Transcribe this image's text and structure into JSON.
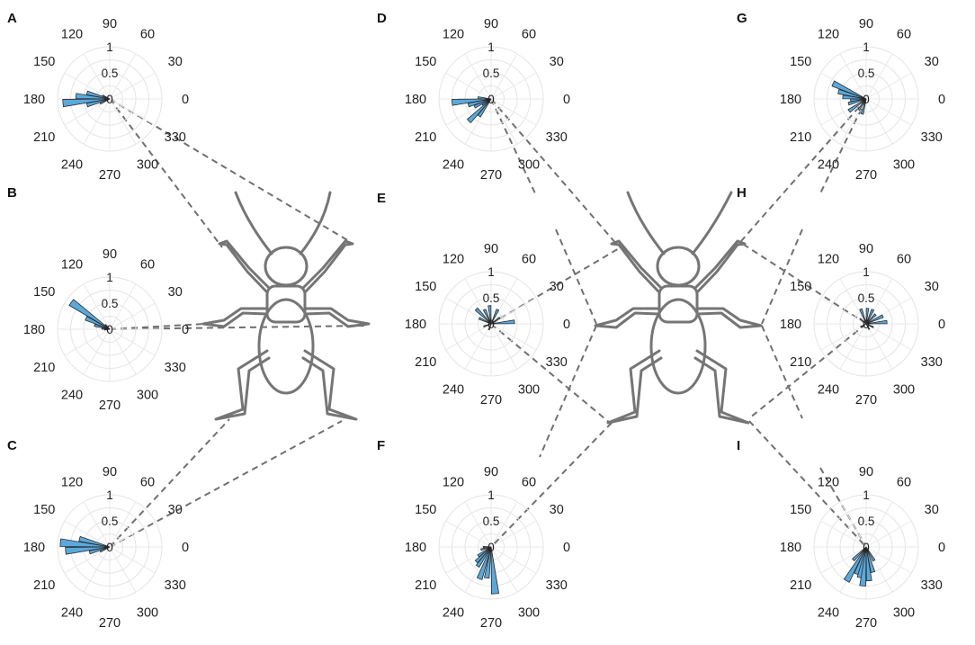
{
  "colors": {
    "bar_fill": "#5aa9dc",
    "bar_stroke": "#2a2a2a",
    "leader": "#707070",
    "cricket": "#757575"
  },
  "angle_ticks": [
    "0",
    "30",
    "60",
    "90",
    "120",
    "150",
    "180",
    "210",
    "240",
    "270",
    "300",
    "330"
  ],
  "radial_ticks": [
    "0.5",
    "1"
  ],
  "chart_data": [
    {
      "type": "polar-histogram",
      "panel": "A",
      "rlim": [
        0,
        1
      ],
      "bins": [
        {
          "angle": 155,
          "value": 0.15
        },
        {
          "angle": 165,
          "value": 0.45
        },
        {
          "angle": 175,
          "value": 0.65
        },
        {
          "angle": 185,
          "value": 0.9
        },
        {
          "angle": 195,
          "value": 0.45
        },
        {
          "angle": 205,
          "value": 0.2
        }
      ]
    },
    {
      "type": "polar-histogram",
      "panel": "B",
      "rlim": [
        0,
        1
      ],
      "bins": [
        {
          "angle": 135,
          "value": 0.12
        },
        {
          "angle": 145,
          "value": 0.9
        },
        {
          "angle": 155,
          "value": 0.5
        },
        {
          "angle": 165,
          "value": 0.3
        },
        {
          "angle": 175,
          "value": 0.15
        },
        {
          "angle": 185,
          "value": 0.1
        }
      ]
    },
    {
      "type": "polar-histogram",
      "panel": "C",
      "rlim": [
        0,
        1
      ],
      "bins": [
        {
          "angle": 165,
          "value": 0.6
        },
        {
          "angle": 175,
          "value": 0.95
        },
        {
          "angle": 185,
          "value": 0.85
        },
        {
          "angle": 195,
          "value": 0.4
        },
        {
          "angle": 205,
          "value": 0.2
        }
      ]
    },
    {
      "type": "polar-histogram",
      "panel": "D",
      "rlim": [
        0,
        1
      ],
      "bins": [
        {
          "angle": 175,
          "value": 0.25
        },
        {
          "angle": 185,
          "value": 0.75
        },
        {
          "angle": 195,
          "value": 0.45
        },
        {
          "angle": 205,
          "value": 0.35
        },
        {
          "angle": 215,
          "value": 0.2
        },
        {
          "angle": 225,
          "value": 0.6
        },
        {
          "angle": 235,
          "value": 0.4
        }
      ]
    },
    {
      "type": "polar-histogram",
      "panel": "E",
      "rlim": [
        0,
        1
      ],
      "bins": [
        {
          "angle": 5,
          "value": 0.45
        },
        {
          "angle": 35,
          "value": 0.2
        },
        {
          "angle": 65,
          "value": 0.3
        },
        {
          "angle": 95,
          "value": 0.35
        },
        {
          "angle": 115,
          "value": 0.3
        },
        {
          "angle": 135,
          "value": 0.4
        },
        {
          "angle": 155,
          "value": 0.25
        },
        {
          "angle": 200,
          "value": 0.15
        },
        {
          "angle": 250,
          "value": 0.12
        }
      ]
    },
    {
      "type": "polar-histogram",
      "panel": "F",
      "rlim": [
        0,
        1
      ],
      "bins": [
        {
          "angle": 180,
          "value": 0.15
        },
        {
          "angle": 195,
          "value": 0.2
        },
        {
          "angle": 215,
          "value": 0.3
        },
        {
          "angle": 225,
          "value": 0.4
        },
        {
          "angle": 235,
          "value": 0.45
        },
        {
          "angle": 250,
          "value": 0.65
        },
        {
          "angle": 262,
          "value": 0.6
        },
        {
          "angle": 275,
          "value": 0.9
        }
      ]
    },
    {
      "type": "polar-histogram",
      "panel": "G",
      "rlim": [
        0,
        1
      ],
      "bins": [
        {
          "angle": 155,
          "value": 0.7
        },
        {
          "angle": 165,
          "value": 0.55
        },
        {
          "angle": 175,
          "value": 0.45
        },
        {
          "angle": 185,
          "value": 0.3
        },
        {
          "angle": 195,
          "value": 0.35
        },
        {
          "angle": 215,
          "value": 0.4
        },
        {
          "angle": 235,
          "value": 0.25
        },
        {
          "angle": 255,
          "value": 0.3
        }
      ]
    },
    {
      "type": "polar-histogram",
      "panel": "H",
      "rlim": [
        0,
        1
      ],
      "bins": [
        {
          "angle": 5,
          "value": 0.4
        },
        {
          "angle": 25,
          "value": 0.35
        },
        {
          "angle": 45,
          "value": 0.25
        },
        {
          "angle": 65,
          "value": 0.3
        },
        {
          "angle": 85,
          "value": 0.3
        },
        {
          "angle": 110,
          "value": 0.3
        },
        {
          "angle": 140,
          "value": 0.15
        },
        {
          "angle": 210,
          "value": 0.12
        },
        {
          "angle": 300,
          "value": 0.12
        },
        {
          "angle": 335,
          "value": 0.15
        }
      ]
    },
    {
      "type": "polar-histogram",
      "panel": "I",
      "rlim": [
        0,
        1
      ],
      "bins": [
        {
          "angle": 225,
          "value": 0.35
        },
        {
          "angle": 240,
          "value": 0.75
        },
        {
          "angle": 250,
          "value": 0.55
        },
        {
          "angle": 258,
          "value": 0.6
        },
        {
          "angle": 265,
          "value": 0.75
        },
        {
          "angle": 275,
          "value": 0.65
        },
        {
          "angle": 285,
          "value": 0.5
        },
        {
          "angle": 300,
          "value": 0.3
        }
      ]
    }
  ]
}
